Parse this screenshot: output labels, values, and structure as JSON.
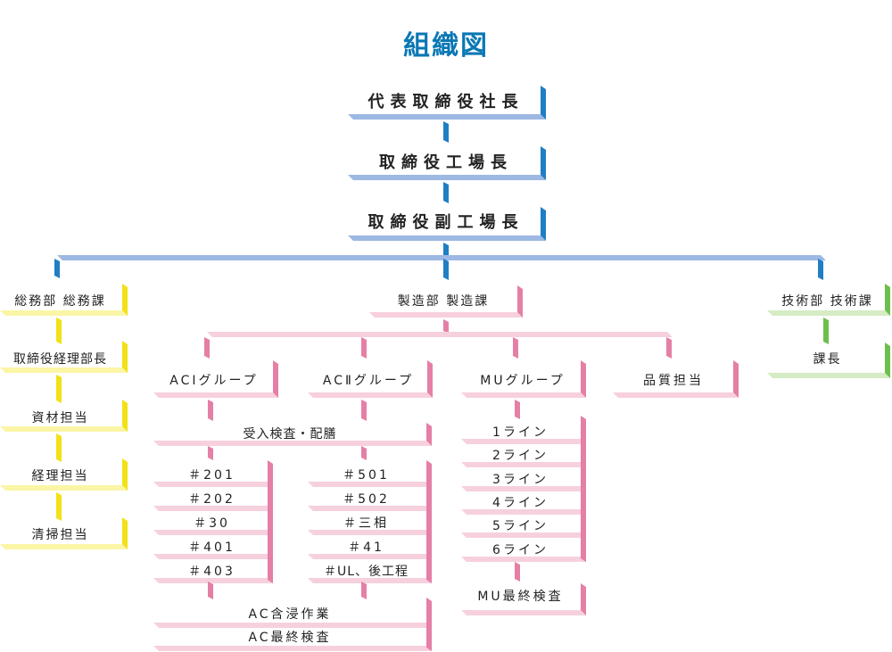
{
  "title": "組織図",
  "colors": {
    "blue": "#9db8e3",
    "blue_dark": "#1f7ec4",
    "yellow": "#fbf5a6",
    "yellow_dark": "#f2e116",
    "pink": "#f7d0de",
    "pink_dark": "#e57fa5",
    "green": "#d6ecc4",
    "green_dark": "#6dbf4d",
    "title": "#0a78b4"
  },
  "executives": {
    "president": "代表取締役社長",
    "plant_manager": "取締役工場長",
    "deputy_plant_manager": "取締役副工場長"
  },
  "general_affairs": {
    "dept": "総務部 総務課",
    "manager": "取締役経理部長",
    "materials": "資材担当",
    "accounting": "経理担当",
    "cleaning": "清掃担当"
  },
  "manufacturing": {
    "dept": "製造部 製造課",
    "group_aci": "ACIグループ",
    "group_acii": "ACⅡグループ",
    "group_mu": "MUグループ",
    "quality": "品質担当",
    "receiving": "受入検査・配膳",
    "aci_lines": [
      "＃201",
      "＃202",
      "＃30",
      "＃401",
      "＃403"
    ],
    "acii_lines": [
      "＃501",
      "＃502",
      "＃三相",
      "＃41",
      "＃UL、後工程"
    ],
    "mu_lines": [
      "1ライン",
      "2ライン",
      "3ライン",
      "4ライン",
      "5ライン",
      "6ライン"
    ],
    "mu_final": "MU最終検査",
    "ac_impregnation": "AC含浸作業",
    "ac_final": "AC最終検査"
  },
  "engineering": {
    "dept": "技術部 技術課",
    "section_chief": "課長"
  }
}
